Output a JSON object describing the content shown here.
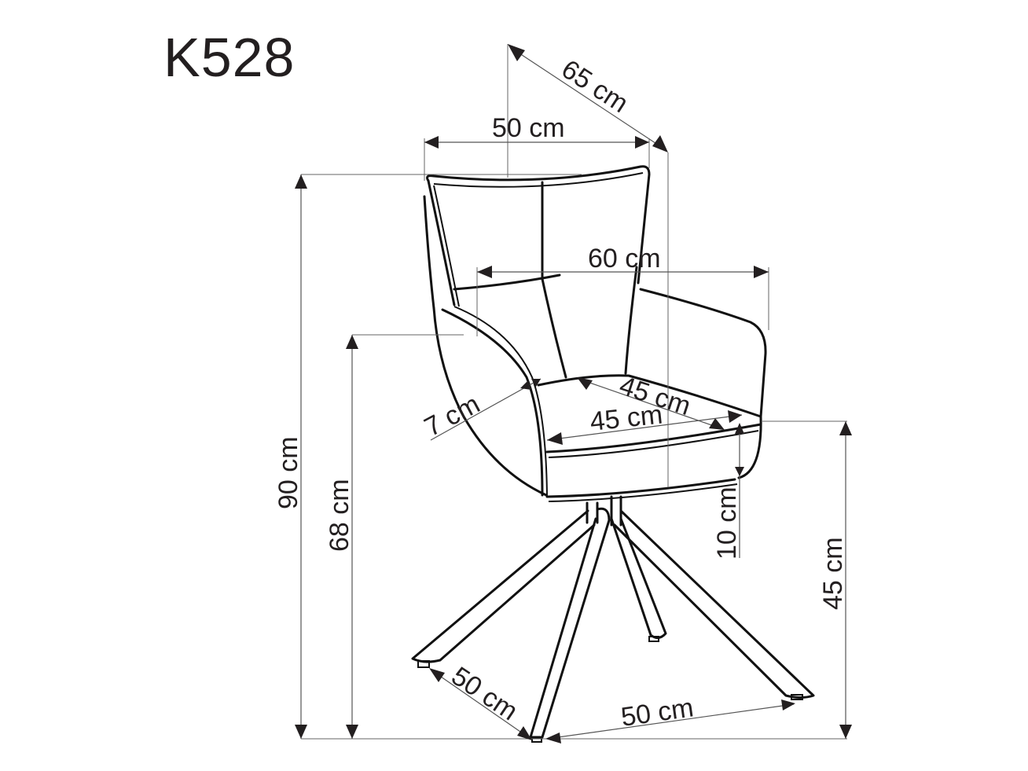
{
  "title": "K528",
  "dimensions": {
    "seat_depth_overall": "65 cm",
    "back_width": "50 cm",
    "overall_width": "60 cm",
    "total_height": "90 cm",
    "armrest_height": "68 cm",
    "armrest_thickness": "7 cm",
    "seat_depth": "45 cm",
    "seat_width": "45 cm",
    "seat_thickness": "10 cm",
    "seat_height": "45 cm",
    "base_depth": "50 cm",
    "base_width": "50 cm"
  },
  "colors": {
    "line": "#111111",
    "dimension_line": "#555555",
    "text": "#231f20",
    "background": "#ffffff"
  }
}
